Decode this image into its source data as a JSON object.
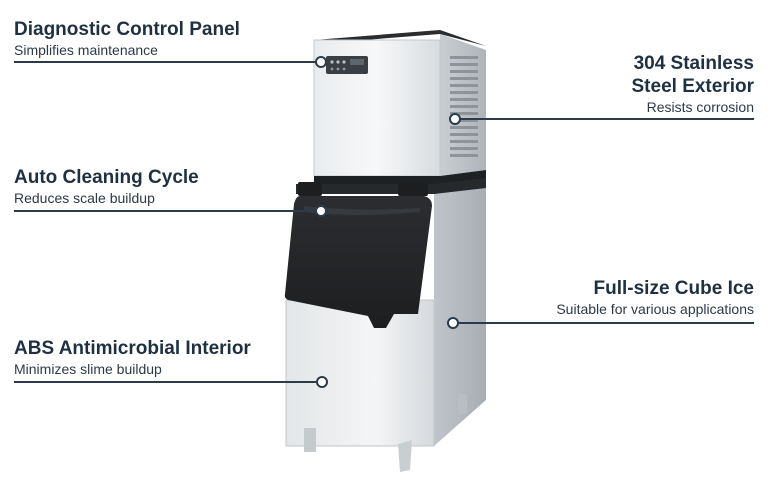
{
  "callouts": {
    "diagnostic": {
      "title": "Diagnostic Control Panel",
      "subtitle": "Simplifies maintenance"
    },
    "stainless": {
      "title_line1": "304 Stainless",
      "title_line2": "Steel Exterior",
      "subtitle": "Resists corrosion"
    },
    "cleaning": {
      "title": "Auto Cleaning Cycle",
      "subtitle": "Reduces scale buildup"
    },
    "cube": {
      "title": "Full-size Cube Ice",
      "subtitle": "Suitable for various applications"
    },
    "abs": {
      "title": "ABS Antimicrobial Interior",
      "subtitle": "Minimizes slime buildup"
    }
  },
  "colors": {
    "accent_line": "#2a3b4b",
    "text": "#1f3140"
  }
}
